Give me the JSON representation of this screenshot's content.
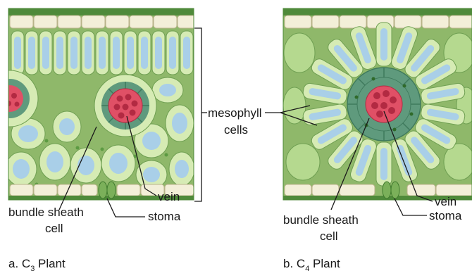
{
  "panels": [
    {
      "caption_prefix": "a. C",
      "caption_subscript": "3",
      "caption_suffix": " Plant",
      "labels": {
        "bundle_sheath_line1": "bundle sheath",
        "bundle_sheath_line2": "cell",
        "vein": "vein",
        "stoma": "stoma"
      }
    },
    {
      "caption_prefix": "b.  C",
      "caption_subscript": "4",
      "caption_suffix": " Plant",
      "labels": {
        "bundle_sheath_line1": "bundle sheath",
        "bundle_sheath_line2": "cell",
        "vein": "vein",
        "stoma": "stoma"
      }
    }
  ],
  "shared_labels": {
    "mesophyll_line1": "mesophyll",
    "mesophyll_line2": "cells"
  },
  "colors": {
    "tissue_background": "#8fb86a",
    "epidermis_cell": "#f3efd8",
    "cuticle": "#4f8a3a",
    "mesophyll_cell": "#d6ebb4",
    "vacuole": "#a9cfe8",
    "bundle_sheath_cell": "#5f9a7d",
    "vein": "#e05066",
    "chloroplast": "#5c9a42"
  }
}
